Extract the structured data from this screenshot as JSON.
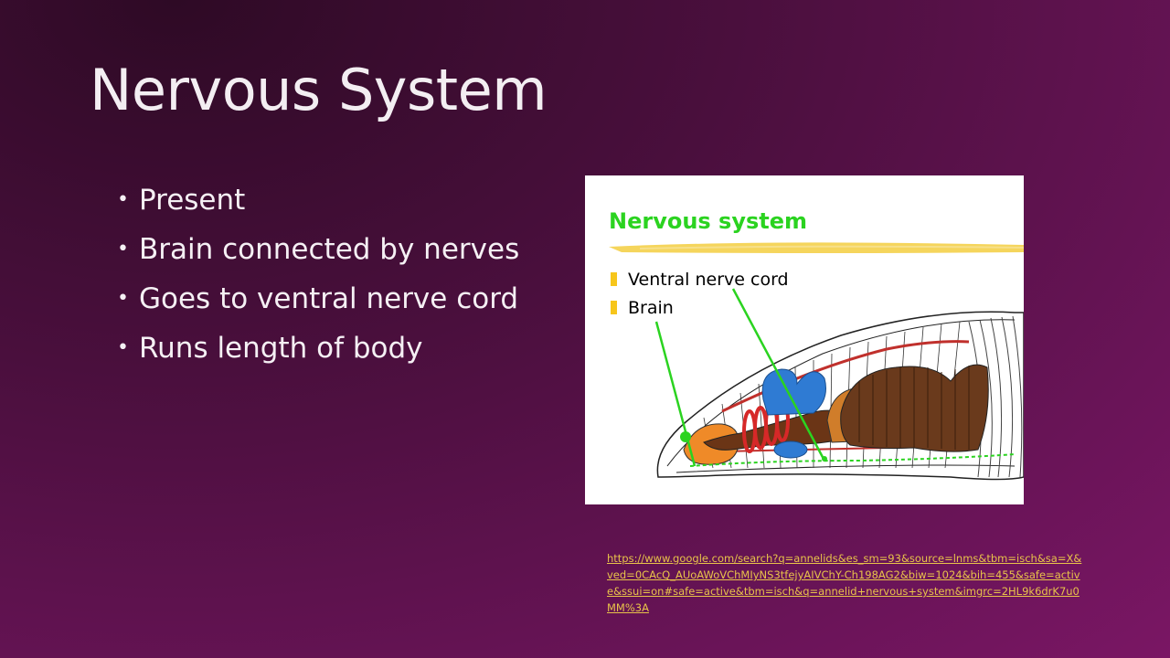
{
  "slide": {
    "title": "Nervous System",
    "bullets": [
      "Present",
      "Brain connected by nerves",
      "Goes to ventral nerve cord",
      "Runs length of body"
    ]
  },
  "figure": {
    "title": "Nervous system",
    "items": [
      "Ventral nerve cord",
      "Brain"
    ],
    "colors": {
      "title": "#2bd320",
      "bullet": "#f7c61b",
      "brain_pointer": "#2bd320"
    }
  },
  "credit": {
    "url": "https://www.google.com/search?q=annelids&es_sm=93&source=lnms&tbm=isch&sa=X&ved=0CAcQ_AUoAWoVChMIyNS3tfejyAIVChY-Ch198AG2&biw=1024&bih=455&safe=active&ssui=on#safe=active&tbm=isch&q=annelid+nervous+system&imgrc=2HL9k6drK7u0MM%3A"
  }
}
